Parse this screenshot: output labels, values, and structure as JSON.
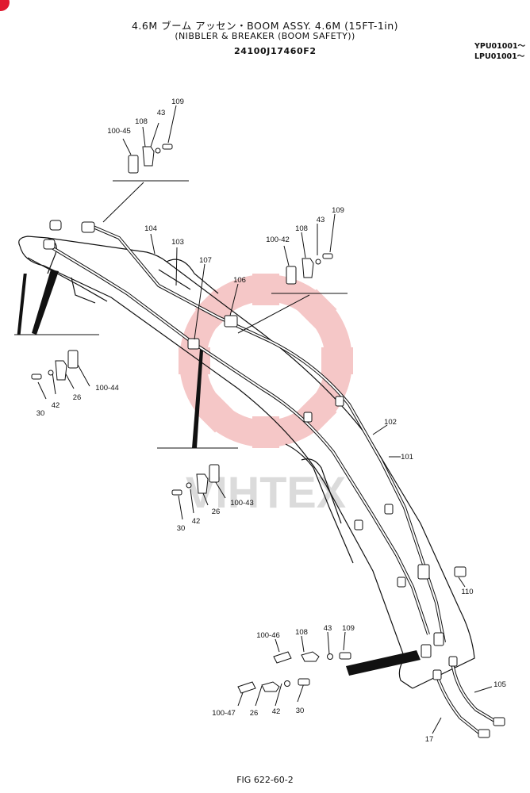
{
  "header": {
    "title_line1": "4.6M ブーム アッセン・BOOM ASSY. 4.6M (15FT-1in)",
    "title_line2": "(NIBBLER & BREAKER (BOOM SAFETY))",
    "part_number": "24100J17460F2",
    "serial_1": "YPU01001～",
    "serial_2": "LPU01001～"
  },
  "watermark": {
    "text": "VIHTEX",
    "color": "#f2b5b5"
  },
  "figure_ref": "FIG 622-60-2",
  "callouts": {
    "c109a": "109",
    "c43a": "43",
    "c108a": "108",
    "c100_45": "100-45",
    "c104": "104",
    "c103": "103",
    "c109b": "109",
    "c43b": "43",
    "c108b": "108",
    "c100_42": "100-42",
    "c107": "107",
    "c106": "106",
    "c30a": "30",
    "c42a": "42",
    "c26a": "26",
    "c100_44": "100-44",
    "c102": "102",
    "c101": "101",
    "c30b": "30",
    "c42b": "42",
    "c26b": "26",
    "c100_43": "100-43",
    "c110": "110",
    "c100_46": "100-46",
    "c108c": "108",
    "c43c": "43",
    "c109c": "109",
    "c100_47": "100-47",
    "c26c": "26",
    "c42c": "42",
    "c30c": "30",
    "c105": "105",
    "c17": "17"
  }
}
